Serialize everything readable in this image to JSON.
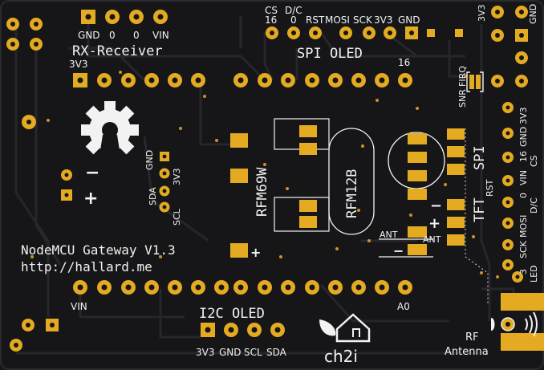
{
  "colors": {
    "board": "#161618",
    "trace": "#26262b",
    "gold": "#e3aa22",
    "gold_dark": "#b9861a",
    "silk": "#f2f2f2"
  },
  "header_rx": {
    "pins": [
      "GND",
      "0",
      "0",
      "VIN"
    ],
    "title": "RX-Receiver"
  },
  "spi_oled": {
    "top": [
      "CS",
      "D/C"
    ],
    "pins": [
      "16",
      "0",
      "RST",
      "MOSI",
      "SCK",
      "3V3",
      "GND"
    ],
    "title": "SPI OLED"
  },
  "left_rail": {
    "top": "3V3",
    "bottom": "VIN"
  },
  "right_rail": {
    "num": "16",
    "bottom": "A0"
  },
  "corner": {
    "a": "3V3",
    "b": "GND"
  },
  "nrf": {
    "snr": "SNR",
    "firq": "FIRQ"
  },
  "right_header": {
    "row1": [
      "3V3",
      "GND",
      "16",
      "VIN",
      "0",
      "MOSI",
      "SCK",
      "3"
    ],
    "row2": [
      "CS",
      "D/C",
      "RST",
      "LED"
    ]
  },
  "modules": {
    "rfm69": "RFM69W",
    "rfm12": "RFM12B"
  },
  "spi_tft": {
    "spi": "SPI",
    "tft": "TFT"
  },
  "sensor": {
    "gnd": "GND",
    "v33": "3V3",
    "sda": "SDA",
    "scl": "SCL"
  },
  "ant": {
    "a": "ANT",
    "b": "ANT"
  },
  "signs": {
    "minus": "−",
    "plus": "+"
  },
  "board_info": {
    "title": "NodeMCU Gateway V1.3",
    "url": "http://hallard.me"
  },
  "i2c_oled": {
    "title": "I2C OLED",
    "pins": [
      "3V3",
      "GND",
      "SCL",
      "SDA"
    ]
  },
  "rf": {
    "rf": "RF",
    "antenna": "Antenna"
  },
  "logo": {
    "text": "ch2i"
  }
}
